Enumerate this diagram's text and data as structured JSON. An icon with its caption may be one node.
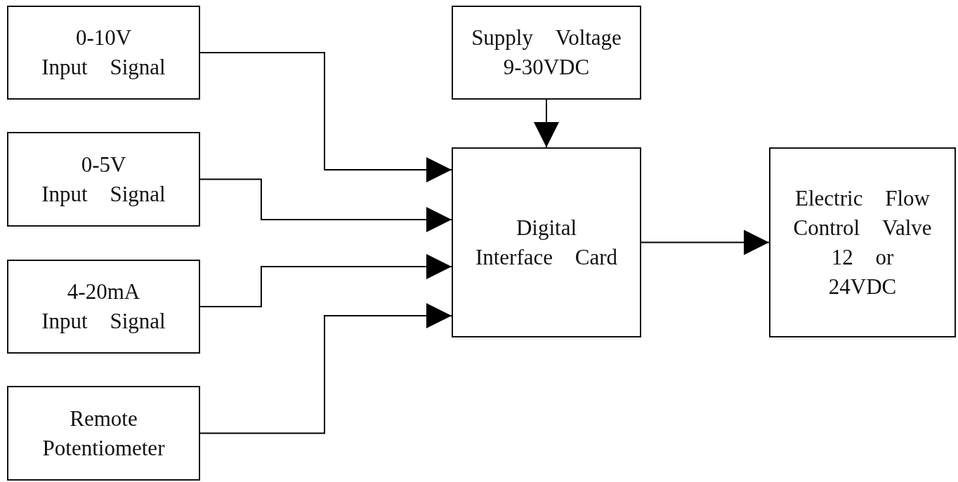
{
  "diagram": {
    "nodes": [
      {
        "text": [
          "0-10V Input Signal"
        ]
      },
      {
        "text": [
          "0-5V Input Signal"
        ]
      },
      {
        "text": [
          "4-20mA Input Signal"
        ]
      },
      {
        "text": [
          "Remote Potentiometer"
        ]
      },
      {
        "text": [
          "Supply Voltage 9-30VDC"
        ]
      },
      {
        "text": [
          "Digital Interface Card"
        ]
      },
      {
        "text": [
          "Electric Flow Control Valve 12 or 24VDC"
        ]
      }
    ],
    "edges": [
      {
        "from": 0,
        "to": 5,
        "arrow": "to"
      },
      {
        "from": 1,
        "to": 5,
        "arrow": "to"
      },
      {
        "from": 2,
        "to": 5,
        "arrow": "to"
      },
      {
        "from": 3,
        "to": 5,
        "arrow": "to"
      },
      {
        "from": 4,
        "to": 5,
        "arrow": "to"
      },
      {
        "from": 5,
        "to": 6,
        "arrow": "to"
      }
    ]
  }
}
